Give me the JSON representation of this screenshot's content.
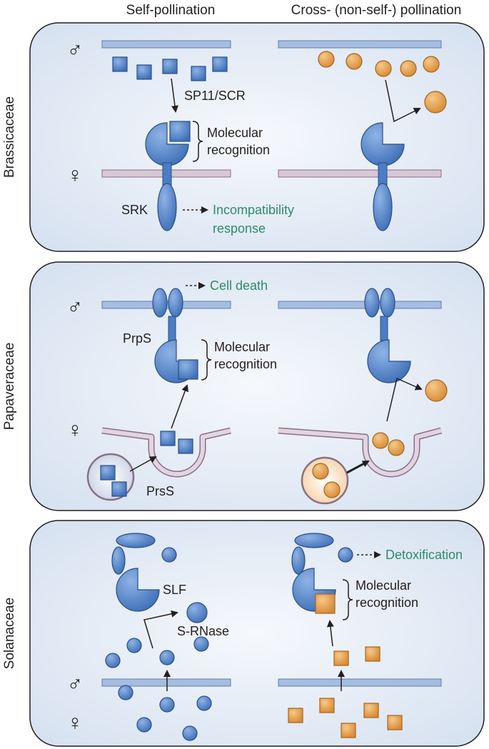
{
  "headers": {
    "self": "Self-pollination",
    "cross": "Cross- (non-self-) pollination"
  },
  "symbols": {
    "male": "♂",
    "female": "♀"
  },
  "colors": {
    "blue": "#4a7dc4",
    "orange": "#e6a04c",
    "green_text": "#2e8b6a",
    "panel": "#dfe8f3"
  },
  "panels": [
    {
      "family": "Brassicaceae",
      "ligand": "SP11/SCR",
      "recognition_line1": "Molecular",
      "recognition_line2": "recognition",
      "receptor": "SRK",
      "response_line1": "Incompatibility",
      "response_line2": "response"
    },
    {
      "family": "Papaveraceae",
      "response": "Cell death",
      "receptor": "PrpS",
      "recognition_line1": "Molecular",
      "recognition_line2": "recognition",
      "ligand": "PrsS"
    },
    {
      "family": "Solanaceae",
      "receptor": "SLF",
      "ligand": "S-RNase",
      "response": "Detoxification",
      "recognition_line1": "Molecular",
      "recognition_line2": "recognition"
    }
  ]
}
